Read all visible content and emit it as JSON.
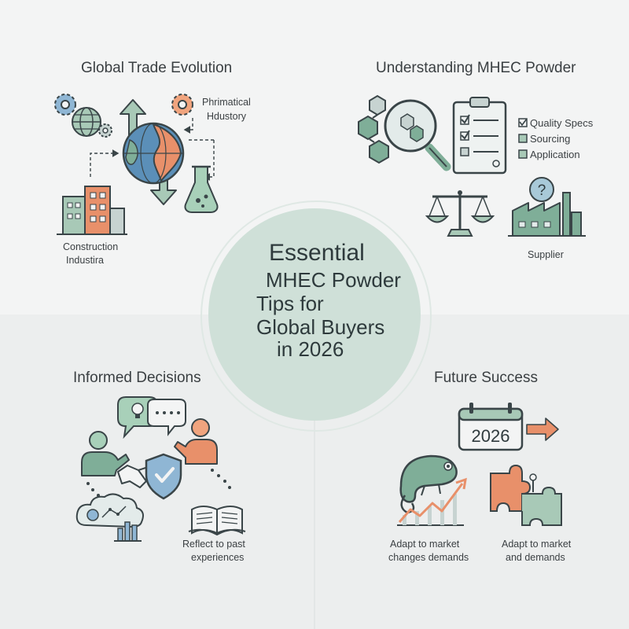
{
  "center": {
    "line1": "Essential",
    "line2": "MHEC Powder",
    "line3": "Tips for",
    "line4": "Global Buyers",
    "line5": "in 2026"
  },
  "quadrants": {
    "top_left": {
      "title": "Global Trade Evolution",
      "label_pharma_1": "Phrimatical",
      "label_pharma_2": "Hdustory",
      "label_construction_1": "Construction",
      "label_construction_2": "Industira"
    },
    "top_right": {
      "title": "Understanding MHEC Powder",
      "legend": [
        "Quality Specs",
        "Sourcing",
        "Application"
      ],
      "label_supplier": "Supplier",
      "question_mark": "?"
    },
    "bottom_left": {
      "title": "Informed Decisions",
      "caption_1": "Reflect to past",
      "caption_2": "experiences"
    },
    "bottom_right": {
      "title": "Future Success",
      "year": "2026",
      "caption_left_1": "Adapt to market",
      "caption_left_2": "changes demands",
      "caption_right_1": "Adapt to market",
      "caption_right_2": "and demands"
    }
  },
  "colors": {
    "accent_orange": "#e8906a",
    "accent_green": "#7fae98",
    "accent_blue": "#5b8fb8",
    "line": "#3a4548",
    "center_disc": "#cfe0d8"
  }
}
